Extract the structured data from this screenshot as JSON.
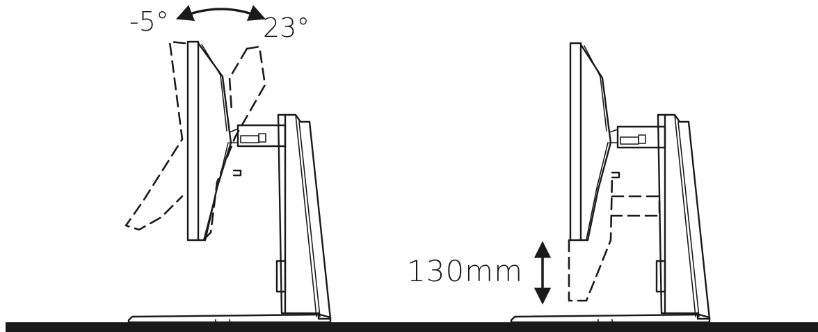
{
  "tilt": {
    "min_label": "-5°",
    "max_label": "23°"
  },
  "height": {
    "label": "130mm"
  },
  "colors": {
    "ink": "#1a1a1a",
    "background": "#ffffff"
  }
}
